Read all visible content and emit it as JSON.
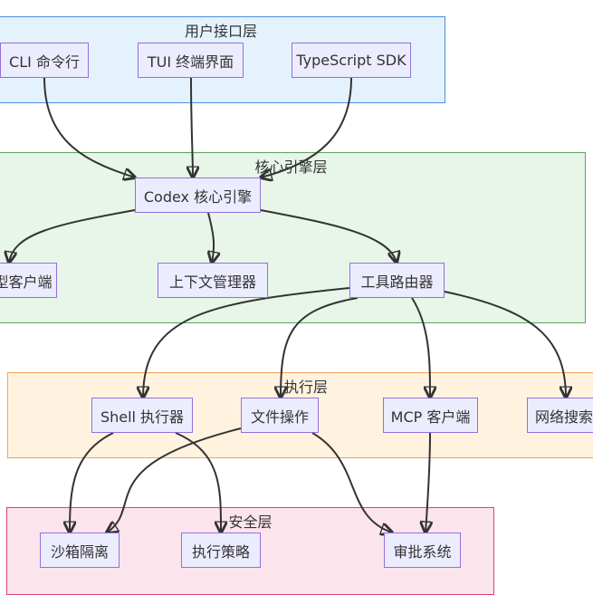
{
  "colors": {
    "node_fill": "#ECECFF",
    "node_border": "#9370DB",
    "edge": "#333333",
    "text": "#333333"
  },
  "layers": {
    "user": {
      "title": "用户接口层",
      "fill": "#E3F2FD",
      "border": "#4A90E2"
    },
    "core": {
      "title": "核心引擎层",
      "fill": "#E8F5E9",
      "border": "#5BA55B"
    },
    "exec": {
      "title": "执行层",
      "fill": "#FFF3E0",
      "border": "#F5A05A"
    },
    "security": {
      "title": "安全层",
      "fill": "#FCE4EC",
      "border": "#D9436B"
    }
  },
  "nodes": {
    "cli": "CLI 命令行",
    "tui": "TUI 终端界面",
    "sdk": "TypeScript SDK",
    "codex": "Codex 核心引擎",
    "model_client": "型客户端",
    "context_manager": "上下文管理器",
    "tool_router": "工具路由器",
    "shell": "Shell 执行器",
    "file_ops": "文件操作",
    "mcp_client": "MCP 客户端",
    "web_search": "网络搜索",
    "sandbox": "沙箱隔离",
    "exec_policy": "执行策略",
    "approval": "审批系统"
  },
  "edges": [
    {
      "from": "cli",
      "to": "codex"
    },
    {
      "from": "tui",
      "to": "codex"
    },
    {
      "from": "sdk",
      "to": "codex"
    },
    {
      "from": "codex",
      "to": "model_client"
    },
    {
      "from": "codex",
      "to": "context_manager"
    },
    {
      "from": "codex",
      "to": "tool_router"
    },
    {
      "from": "tool_router",
      "to": "shell"
    },
    {
      "from": "tool_router",
      "to": "file_ops"
    },
    {
      "from": "tool_router",
      "to": "mcp_client"
    },
    {
      "from": "tool_router",
      "to": "web_search"
    },
    {
      "from": "shell",
      "to": "sandbox"
    },
    {
      "from": "shell",
      "to": "exec_policy"
    },
    {
      "from": "file_ops",
      "to": "sandbox"
    },
    {
      "from": "file_ops",
      "to": "approval"
    },
    {
      "from": "mcp_client",
      "to": "approval"
    }
  ]
}
